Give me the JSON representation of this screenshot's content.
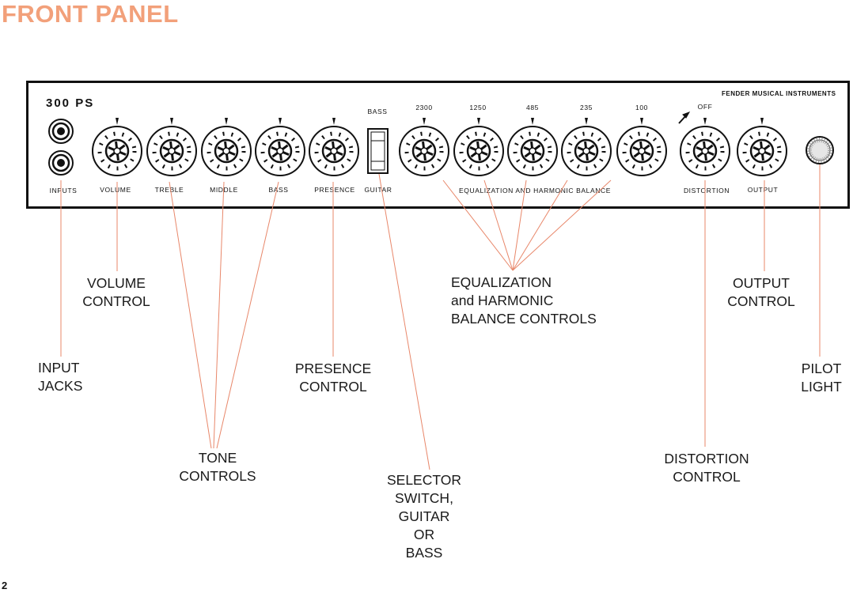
{
  "page": {
    "title": "FRONT PANEL",
    "page_number": "2"
  },
  "panel": {
    "model": "300 PS",
    "brand": "FENDER MUSICAL INSTRUMENTS",
    "labels": {
      "inputs": "INPUTS",
      "volume": "VOLUME",
      "treble": "TREBLE",
      "middle": "MIDDLE",
      "bass": "BASS",
      "presence": "PRESENCE",
      "guitar": "GUITAR",
      "switch_bass": "BASS",
      "eq": "EQUALIZATION AND HARMONIC BALANCE",
      "distortion": "DISTORTION",
      "output": "OUTPUT",
      "off": "OFF"
    },
    "eq_freqs": [
      "2300",
      "1250",
      "485",
      "235",
      "100"
    ]
  },
  "callouts": {
    "input_jacks": [
      "INPUT",
      "JACKS"
    ],
    "volume_control": [
      "VOLUME",
      "CONTROL"
    ],
    "tone_controls": [
      "TONE",
      "CONTROLS"
    ],
    "presence_control": [
      "PRESENCE",
      "CONTROL"
    ],
    "selector_switch": [
      "SELECTOR",
      "SWITCH,",
      "GUITAR",
      "OR",
      "BASS"
    ],
    "eq_controls": [
      "EQUALIZATION",
      "and HARMONIC",
      "BALANCE CONTROLS"
    ],
    "distortion_control": [
      "DISTORTION",
      "CONTROL"
    ],
    "output_control": [
      "OUTPUT",
      "CONTROL"
    ],
    "pilot_light": [
      "PILOT",
      "LIGHT"
    ]
  },
  "colors": {
    "title": "#f2a07a",
    "leader_line": "#e8876a",
    "ink": "#111111"
  }
}
